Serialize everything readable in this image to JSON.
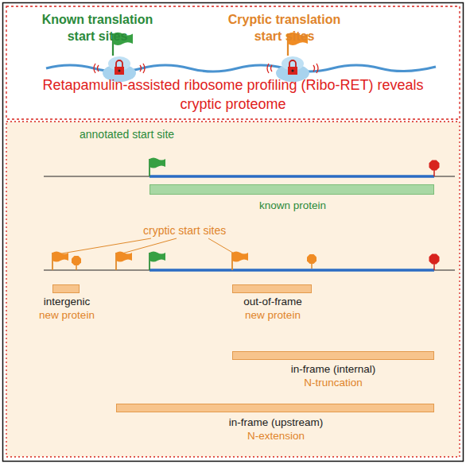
{
  "diagram": {
    "nodes": [
      {
        "text": [
          "known protein"
        ]
      },
      {
        "text": [
          "intergenic",
          "new protein"
        ]
      },
      {
        "text": [
          "out-of-frame",
          "new protein"
        ]
      },
      {
        "text": [
          "in-frame (internal)",
          "N-truncation"
        ]
      },
      {
        "text": [
          "in-frame (upstream)",
          "N-extension"
        ]
      }
    ],
    "edges": [],
    "labels": [
      "Known translation start sites",
      "Cryptic translation start sites",
      "Retapamulin-assisted ribosome profiling (Ribo-RET) reveals cryptic proteome",
      "annotated start site",
      "cryptic start sites"
    ]
  }
}
